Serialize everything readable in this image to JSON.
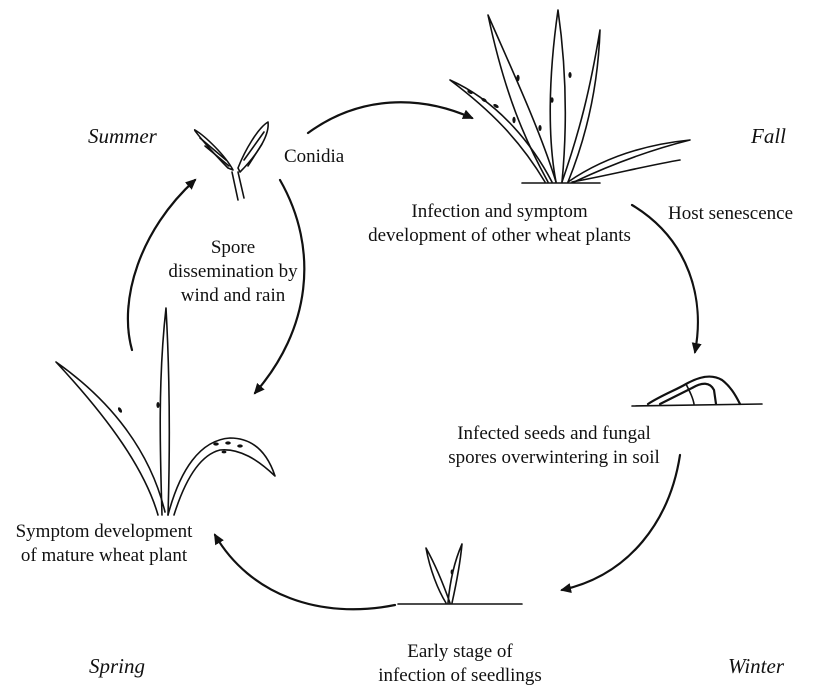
{
  "seasons": {
    "summer": "Summer",
    "fall": "Fall",
    "winter": "Winter",
    "spring": "Spring"
  },
  "stages": {
    "conidia": "Conidia",
    "infection_other_line1": "Infection and symptom",
    "infection_other_line2": "development of other wheat plants",
    "host_senescence": "Host senescence",
    "overwinter_line1": "Infected seeds and fungal",
    "overwinter_line2": "spores overwintering in soil",
    "early_line1": "Early stage of",
    "early_line2": "infection of seedlings",
    "mature_line1": "Symptom development",
    "mature_line2": "of mature wheat plant",
    "dissem_line1": "Spore",
    "dissem_line2": "dissemination by",
    "dissem_line3": "wind and rain"
  }
}
